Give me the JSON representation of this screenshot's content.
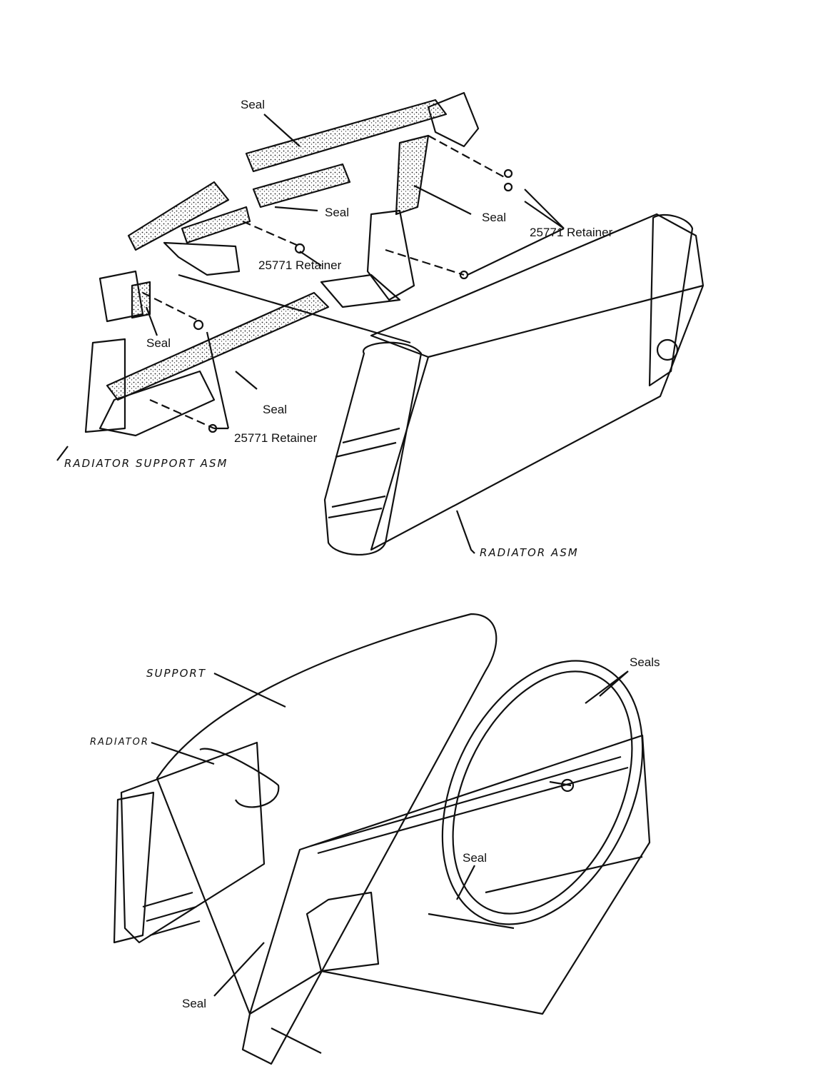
{
  "top_diagram": {
    "labels": {
      "seal_top": "Seal",
      "seal_mid": "Seal",
      "seal_right": "Seal",
      "retainer_right": "25771 Retainer",
      "retainer_center": "25771 Retainer",
      "seal_left": "Seal",
      "seal_lower": "Seal",
      "retainer_lower": "25771 Retainer",
      "radiator_support_asm": "RADIATOR SUPPORT ASM",
      "radiator_asm": "RADIATOR ASM"
    }
  },
  "bottom_diagram": {
    "labels": {
      "support": "SUPPORT",
      "radiator": "RADIATOR",
      "seals": "Seals",
      "seal_shroud": "Seal",
      "seal_bottom": "Seal"
    }
  },
  "colors": {
    "line": "#111111",
    "background": "#ffffff"
  }
}
